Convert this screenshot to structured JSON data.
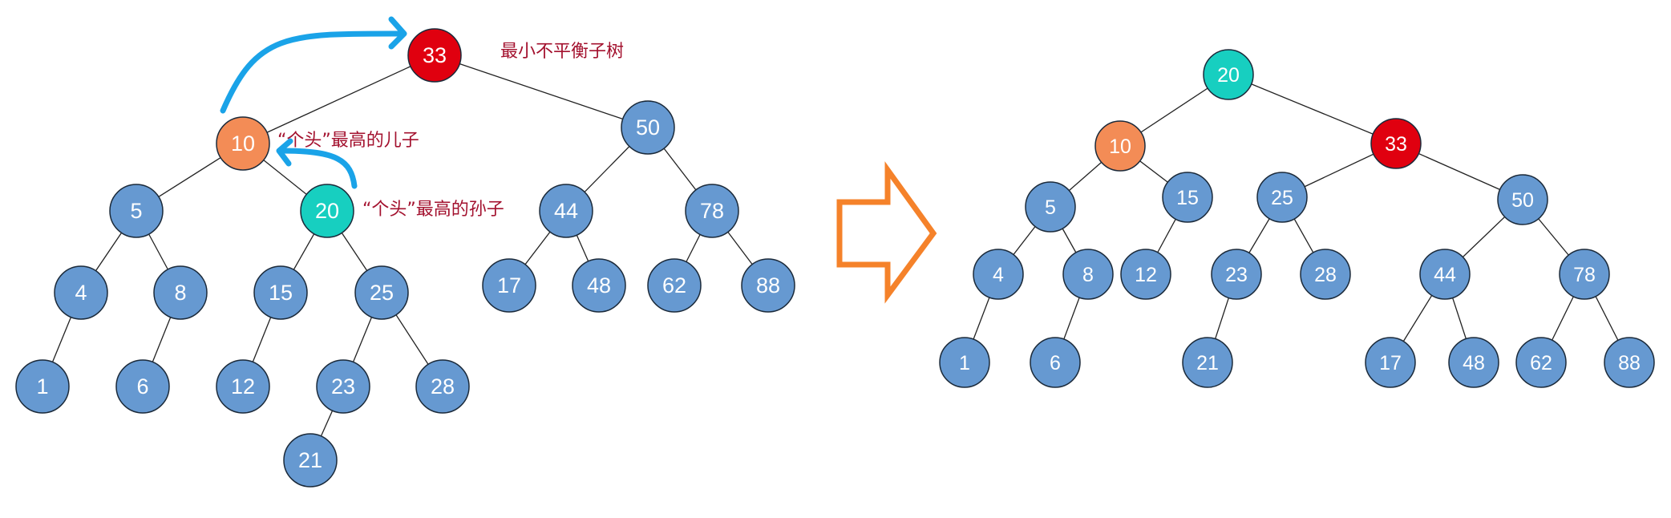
{
  "colors": {
    "normal": "#6699d1",
    "unbalanced_root": "#e0000f",
    "son": "#f38c56",
    "grandson": "#17cfc0",
    "label": "#a3112e",
    "rotate_arrow": "#1aa3e8",
    "transform_arrow": "#f5822a"
  },
  "labels": {
    "unbalanced_subtree": "最小不平衡子树",
    "tallest_son": "“个头”最高的儿子",
    "tallest_grandson": "“个头”最高的孙子"
  },
  "before_tree": {
    "nodes": [
      {
        "id": "33",
        "role": "unbalanced_root"
      },
      {
        "id": "10",
        "role": "son"
      },
      {
        "id": "50",
        "role": "normal"
      },
      {
        "id": "5",
        "role": "normal"
      },
      {
        "id": "20",
        "role": "grandson"
      },
      {
        "id": "44",
        "role": "normal"
      },
      {
        "id": "78",
        "role": "normal"
      },
      {
        "id": "4",
        "role": "normal"
      },
      {
        "id": "8",
        "role": "normal"
      },
      {
        "id": "15",
        "role": "normal"
      },
      {
        "id": "25",
        "role": "normal"
      },
      {
        "id": "17",
        "role": "normal"
      },
      {
        "id": "48",
        "role": "normal"
      },
      {
        "id": "62",
        "role": "normal"
      },
      {
        "id": "88",
        "role": "normal"
      },
      {
        "id": "1",
        "role": "normal"
      },
      {
        "id": "6",
        "role": "normal"
      },
      {
        "id": "12",
        "role": "normal"
      },
      {
        "id": "23",
        "role": "normal"
      },
      {
        "id": "28",
        "role": "normal"
      },
      {
        "id": "21",
        "role": "normal"
      }
    ],
    "edges": [
      [
        "33",
        "10"
      ],
      [
        "33",
        "50"
      ],
      [
        "10",
        "5"
      ],
      [
        "10",
        "20"
      ],
      [
        "50",
        "44"
      ],
      [
        "50",
        "78"
      ],
      [
        "5",
        "4"
      ],
      [
        "5",
        "8"
      ],
      [
        "20",
        "15"
      ],
      [
        "20",
        "25"
      ],
      [
        "44",
        "17"
      ],
      [
        "44",
        "48"
      ],
      [
        "78",
        "62"
      ],
      [
        "78",
        "88"
      ],
      [
        "4",
        "1"
      ],
      [
        "8",
        "6"
      ],
      [
        "15",
        "12"
      ],
      [
        "25",
        "23"
      ],
      [
        "25",
        "28"
      ],
      [
        "23",
        "21"
      ]
    ]
  },
  "after_tree": {
    "nodes": [
      {
        "id": "20",
        "role": "grandson"
      },
      {
        "id": "10",
        "role": "son"
      },
      {
        "id": "33",
        "role": "unbalanced_root"
      },
      {
        "id": "5",
        "role": "normal"
      },
      {
        "id": "15",
        "role": "normal"
      },
      {
        "id": "25",
        "role": "normal"
      },
      {
        "id": "50",
        "role": "normal"
      },
      {
        "id": "4",
        "role": "normal"
      },
      {
        "id": "8",
        "role": "normal"
      },
      {
        "id": "12",
        "role": "normal"
      },
      {
        "id": "23",
        "role": "normal"
      },
      {
        "id": "28",
        "role": "normal"
      },
      {
        "id": "44",
        "role": "normal"
      },
      {
        "id": "78",
        "role": "normal"
      },
      {
        "id": "1",
        "role": "normal"
      },
      {
        "id": "6",
        "role": "normal"
      },
      {
        "id": "21",
        "role": "normal"
      },
      {
        "id": "17",
        "role": "normal"
      },
      {
        "id": "48",
        "role": "normal"
      },
      {
        "id": "62",
        "role": "normal"
      },
      {
        "id": "88",
        "role": "normal"
      }
    ],
    "edges": [
      [
        "20",
        "10"
      ],
      [
        "20",
        "33"
      ],
      [
        "10",
        "5"
      ],
      [
        "10",
        "15"
      ],
      [
        "33",
        "25"
      ],
      [
        "33",
        "50"
      ],
      [
        "5",
        "4"
      ],
      [
        "5",
        "8"
      ],
      [
        "15",
        "12"
      ],
      [
        "25",
        "23"
      ],
      [
        "25",
        "28"
      ],
      [
        "50",
        "44"
      ],
      [
        "50",
        "78"
      ],
      [
        "4",
        "1"
      ],
      [
        "8",
        "6"
      ],
      [
        "23",
        "21"
      ],
      [
        "44",
        "17"
      ],
      [
        "44",
        "48"
      ],
      [
        "78",
        "62"
      ],
      [
        "78",
        "88"
      ]
    ]
  }
}
